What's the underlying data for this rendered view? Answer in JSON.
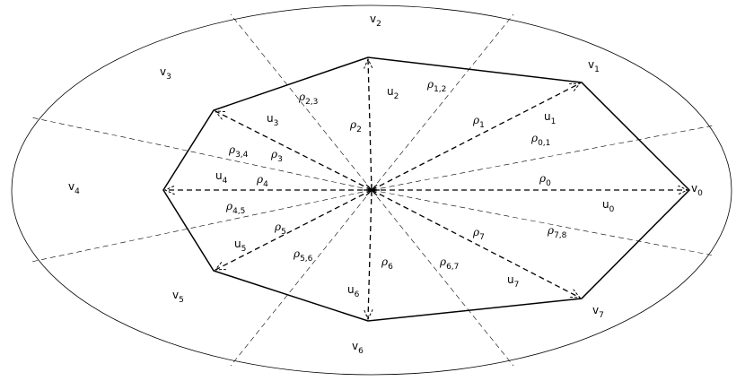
{
  "diagram": {
    "regions": [
      {
        "name": "v",
        "sub": "0"
      },
      {
        "name": "v",
        "sub": "1"
      },
      {
        "name": "v",
        "sub": "2"
      },
      {
        "name": "v",
        "sub": "3"
      },
      {
        "name": "v",
        "sub": "4"
      },
      {
        "name": "v",
        "sub": "5"
      },
      {
        "name": "v",
        "sub": "6"
      },
      {
        "name": "v",
        "sub": "7"
      }
    ],
    "vectors": [
      {
        "name": "u",
        "sub": "0"
      },
      {
        "name": "u",
        "sub": "1"
      },
      {
        "name": "u",
        "sub": "2"
      },
      {
        "name": "u",
        "sub": "3"
      },
      {
        "name": "u",
        "sub": "4"
      },
      {
        "name": "u",
        "sub": "5"
      },
      {
        "name": "u",
        "sub": "6"
      },
      {
        "name": "u",
        "sub": "7"
      }
    ],
    "radii": [
      {
        "name": "ρ",
        "sub": "0"
      },
      {
        "name": "ρ",
        "sub": "1"
      },
      {
        "name": "ρ",
        "sub": "2"
      },
      {
        "name": "ρ",
        "sub": "3"
      },
      {
        "name": "ρ",
        "sub": "4"
      },
      {
        "name": "ρ",
        "sub": "5"
      },
      {
        "name": "ρ",
        "sub": "6"
      },
      {
        "name": "ρ",
        "sub": "7"
      }
    ],
    "boundaries": [
      {
        "name": "ρ",
        "sub": "0,1"
      },
      {
        "name": "ρ",
        "sub": "1,2"
      },
      {
        "name": "ρ",
        "sub": "2,3"
      },
      {
        "name": "ρ",
        "sub": "3,4"
      },
      {
        "name": "ρ",
        "sub": "4,5"
      },
      {
        "name": "ρ",
        "sub": "5,6"
      },
      {
        "name": "ρ",
        "sub": "6,7"
      },
      {
        "name": "ρ",
        "sub": "7,8"
      }
    ]
  }
}
